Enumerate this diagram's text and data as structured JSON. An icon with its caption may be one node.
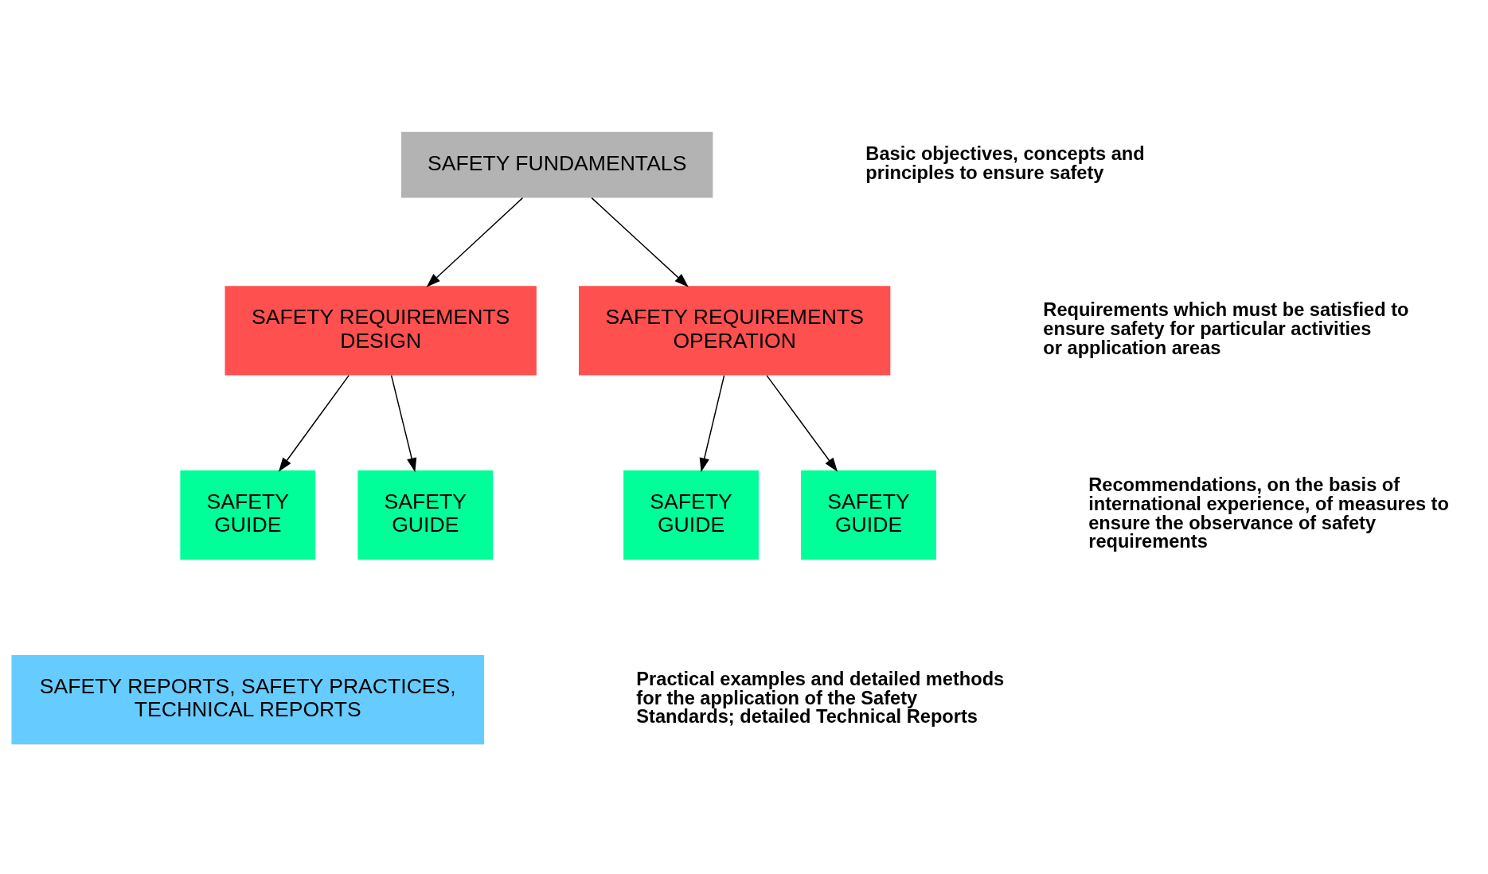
{
  "diagram": {
    "nodes": [
      {
        "text": [
          "SAFETY FUNDAMENTALS"
        ]
      },
      {
        "text": [
          "SAFETY REQUIREMENTS DESIGN"
        ]
      },
      {
        "text": [
          "SAFETY REQUIREMENTS OPERATION"
        ]
      },
      {
        "text": [
          "SAFETY GUIDE"
        ]
      },
      {
        "text": [
          "SAFETY GUIDE"
        ]
      },
      {
        "text": [
          "SAFETY GUIDE"
        ]
      },
      {
        "text": [
          "SAFETY GUIDE"
        ]
      },
      {
        "text": [
          "SAFETY REPORTS, SAFETY PRACTICES, TECHNICAL REPORTS"
        ]
      }
    ],
    "edges": [
      {
        "from": 0,
        "to": 1,
        "arrow": "to"
      },
      {
        "from": 0,
        "to": 2,
        "arrow": "to"
      },
      {
        "from": 1,
        "to": 3,
        "arrow": "to"
      },
      {
        "from": 1,
        "to": 4,
        "arrow": "to"
      },
      {
        "from": 2,
        "to": 5,
        "arrow": "to"
      },
      {
        "from": 2,
        "to": 6,
        "arrow": "to"
      }
    ],
    "labels": [
      "Basic objectives, concepts and principles to ensure safety",
      "Requirements which must be satisfied to ensure safety for particular activities or application areas",
      "Recommendations, on the basis of international experience, of measures to ensure the observance of safety requirements",
      "Practical examples and detailed methods for the application of the Safety Standards; detailed Technical Reports"
    ]
  }
}
